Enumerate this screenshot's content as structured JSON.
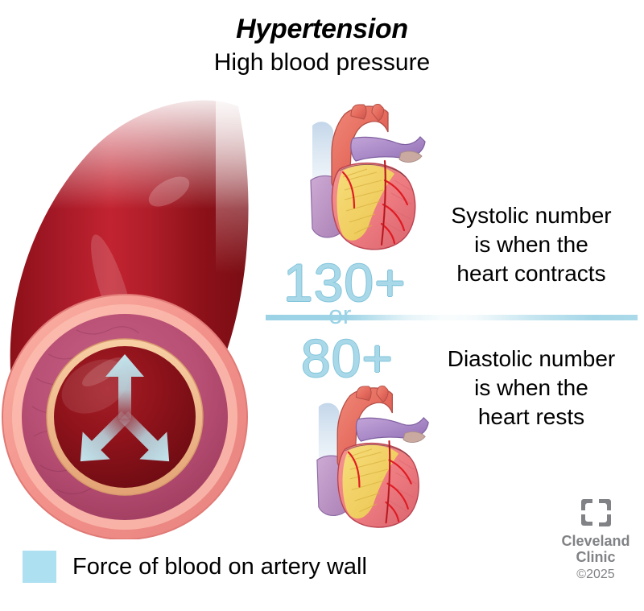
{
  "title": {
    "main": "Hypertension",
    "subtitle": "High blood pressure"
  },
  "blood_pressure": {
    "systolic_value": "130+",
    "diastolic_value": "80+",
    "conjunction": "or"
  },
  "descriptions": {
    "systolic": {
      "line1": "Systolic number",
      "line2": "is when the",
      "line3": "heart contracts"
    },
    "diastolic": {
      "line1": "Diastolic number",
      "line2": "is when the",
      "line3": "heart rests"
    }
  },
  "legend": {
    "label": "Force of blood on artery wall",
    "swatch_color": "#ade0f0"
  },
  "logo": {
    "mark": "cleveland-clinic-squares-logo",
    "line1": "Cleveland",
    "line2": "Clinic",
    "copyright": "©2025"
  },
  "illustrations": {
    "artery": "artery-cross-section-with-pressure-arrows",
    "heart_systolic": "anatomical-heart-contracting",
    "heart_diastolic": "anatomical-heart-resting"
  },
  "colors": {
    "accent_blue": "#a9d9e9",
    "number_outline": "#7fc3da",
    "artery_outer": "#9e1420",
    "artery_wall": "#f4938a",
    "artery_muscle": "#c2587e",
    "artery_intima": "#f0b98e",
    "lumen": "#8e1119",
    "logo_gray": "#808285"
  }
}
